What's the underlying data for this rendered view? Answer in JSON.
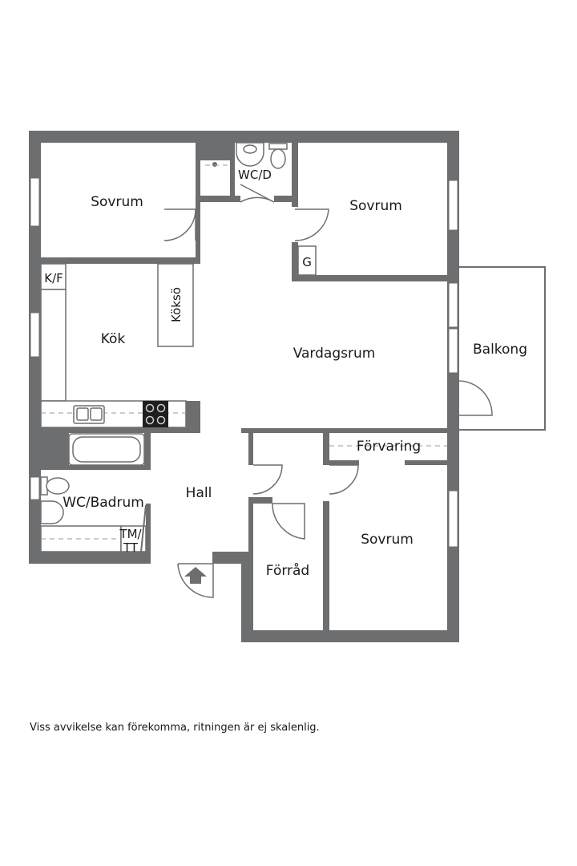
{
  "floor_plan": {
    "rooms": {
      "bedroom_nw": "Sovrum",
      "wc_d": "WC/D",
      "bedroom_ne": "Sovrum",
      "g_closet": "G",
      "kf": "K/F",
      "kitchen_island": "Köksö",
      "kitchen": "Kök",
      "living": "Vardagsrum",
      "balcony": "Balkong",
      "storage_wardrobe": "Förvaring",
      "bathroom": "WC/Badrum",
      "hall": "Hall",
      "tm_tt_line1": "TM/",
      "tm_tt_line2": "TT",
      "pantry": "Förråd",
      "bedroom_se": "Sovrum"
    },
    "colors": {
      "wall": "#6d6e70",
      "background": "#ffffff"
    }
  },
  "disclaimer": "Viss avvikelse kan förekomma, ritningen är ej skalenlig."
}
